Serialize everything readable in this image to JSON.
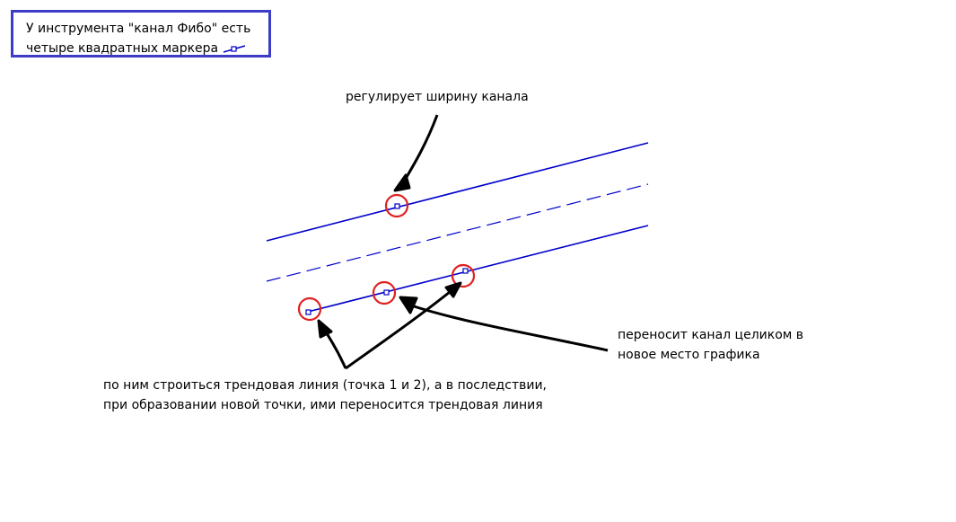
{
  "info_box": {
    "line1": "У инструмента \"канал Фибо\" есть",
    "line2": "четыре квадратных маркера"
  },
  "annotations": {
    "width": "регулирует ширину канала",
    "move_line1": "переносит канал целиком в",
    "move_line2": "новое место графика",
    "trend_line1": "по ним строиться трендовая линия (точка 1 и 2), а в последствии,",
    "trend_line2": "при образовании новой точки, ими переносится трендовая линия"
  },
  "colors": {
    "channel_line": "#0000cc",
    "marker_circle": "#e02020",
    "arrow": "#000000",
    "box_border": "#3c3cc8"
  }
}
